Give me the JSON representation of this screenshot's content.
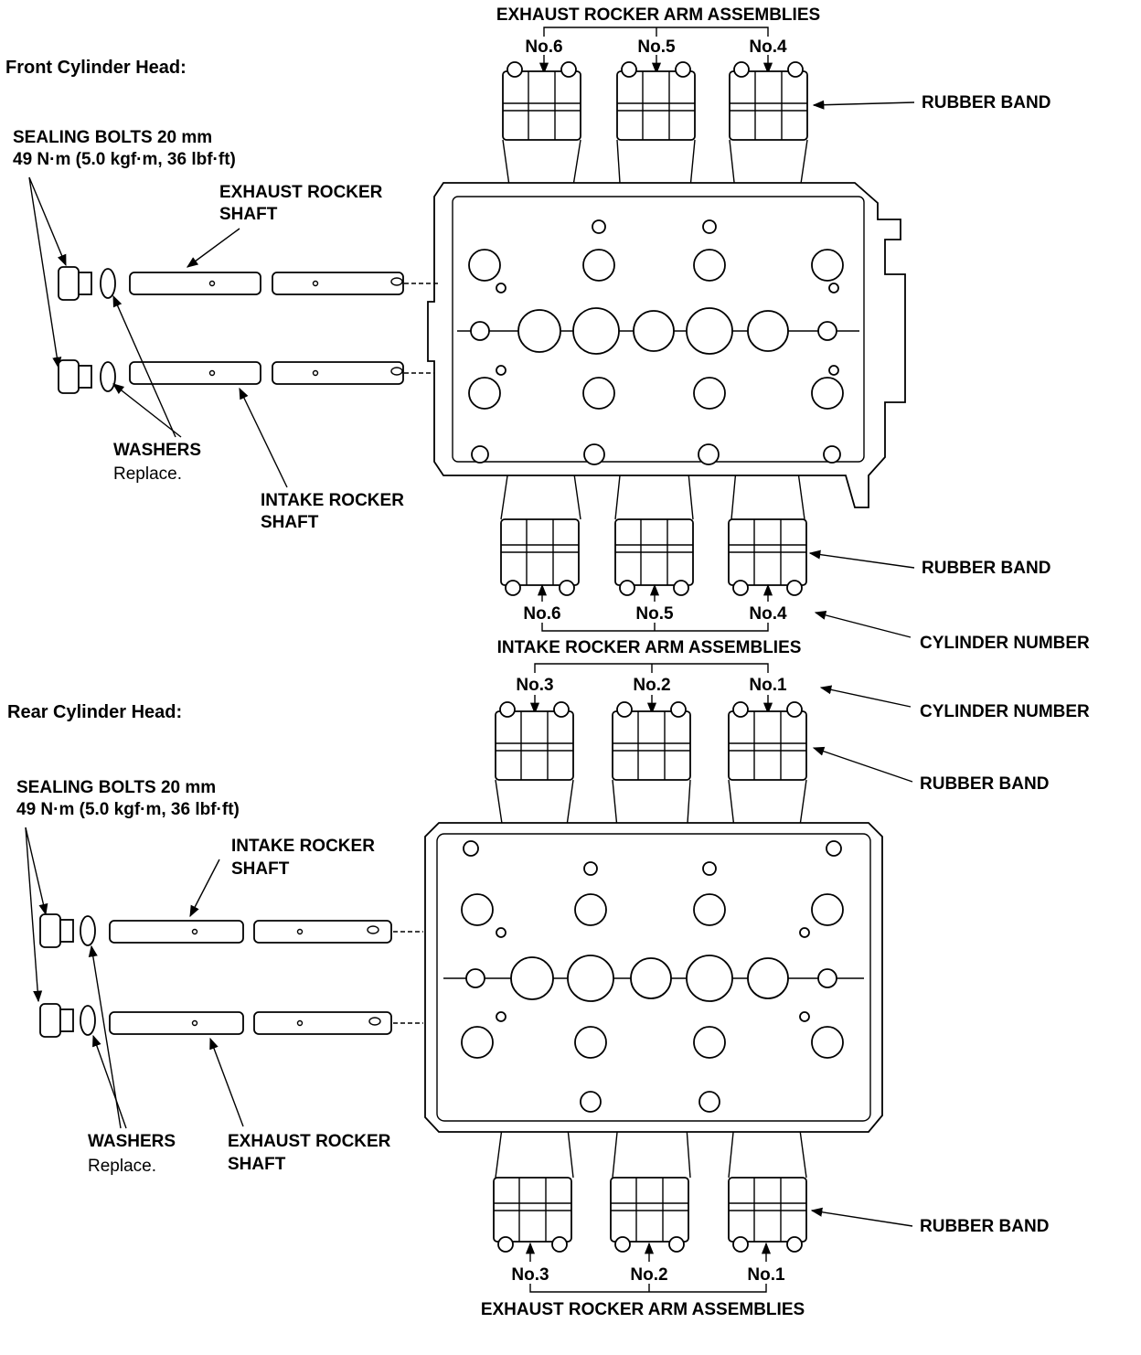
{
  "front": {
    "heading": "Front Cylinder Head:",
    "exhaust_assemblies_label": "EXHAUST ROCKER ARM ASSEMBLIES",
    "intake_assemblies_label": "INTAKE ROCKER ARM ASSEMBLIES",
    "cylinders": [
      "No.6",
      "No.5",
      "No.4"
    ],
    "sealing_bolts": "SEALING BOLTS 20 mm",
    "torque": "49 N·m (5.0 kgf·m, 36 lbf·ft)",
    "upper_shaft": [
      "EXHAUST ROCKER",
      "SHAFT"
    ],
    "lower_shaft": [
      "INTAKE ROCKER",
      "SHAFT"
    ],
    "washers": "WASHERS",
    "replace": "Replace.",
    "rubber_band": "RUBBER BAND",
    "cylinder_number": "CYLINDER NUMBER"
  },
  "rear": {
    "heading": "Rear Cylinder Head:",
    "intake_assemblies_label": "INTAKE ROCKER ARM ASSEMBLIES",
    "exhaust_assemblies_label": "EXHAUST ROCKER ARM ASSEMBLIES",
    "cylinders": [
      "No.3",
      "No.2",
      "No.1"
    ],
    "sealing_bolts": "SEALING BOLTS 20 mm",
    "torque": "49 N·m (5.0 kgf·m, 36 lbf·ft)",
    "upper_shaft": [
      "INTAKE ROCKER",
      "SHAFT"
    ],
    "lower_shaft": [
      "EXHAUST ROCKER",
      "SHAFT"
    ],
    "washers": "WASHERS",
    "replace": "Replace.",
    "rubber_band": "RUBBER BAND",
    "cylinder_number": "CYLINDER NUMBER"
  }
}
